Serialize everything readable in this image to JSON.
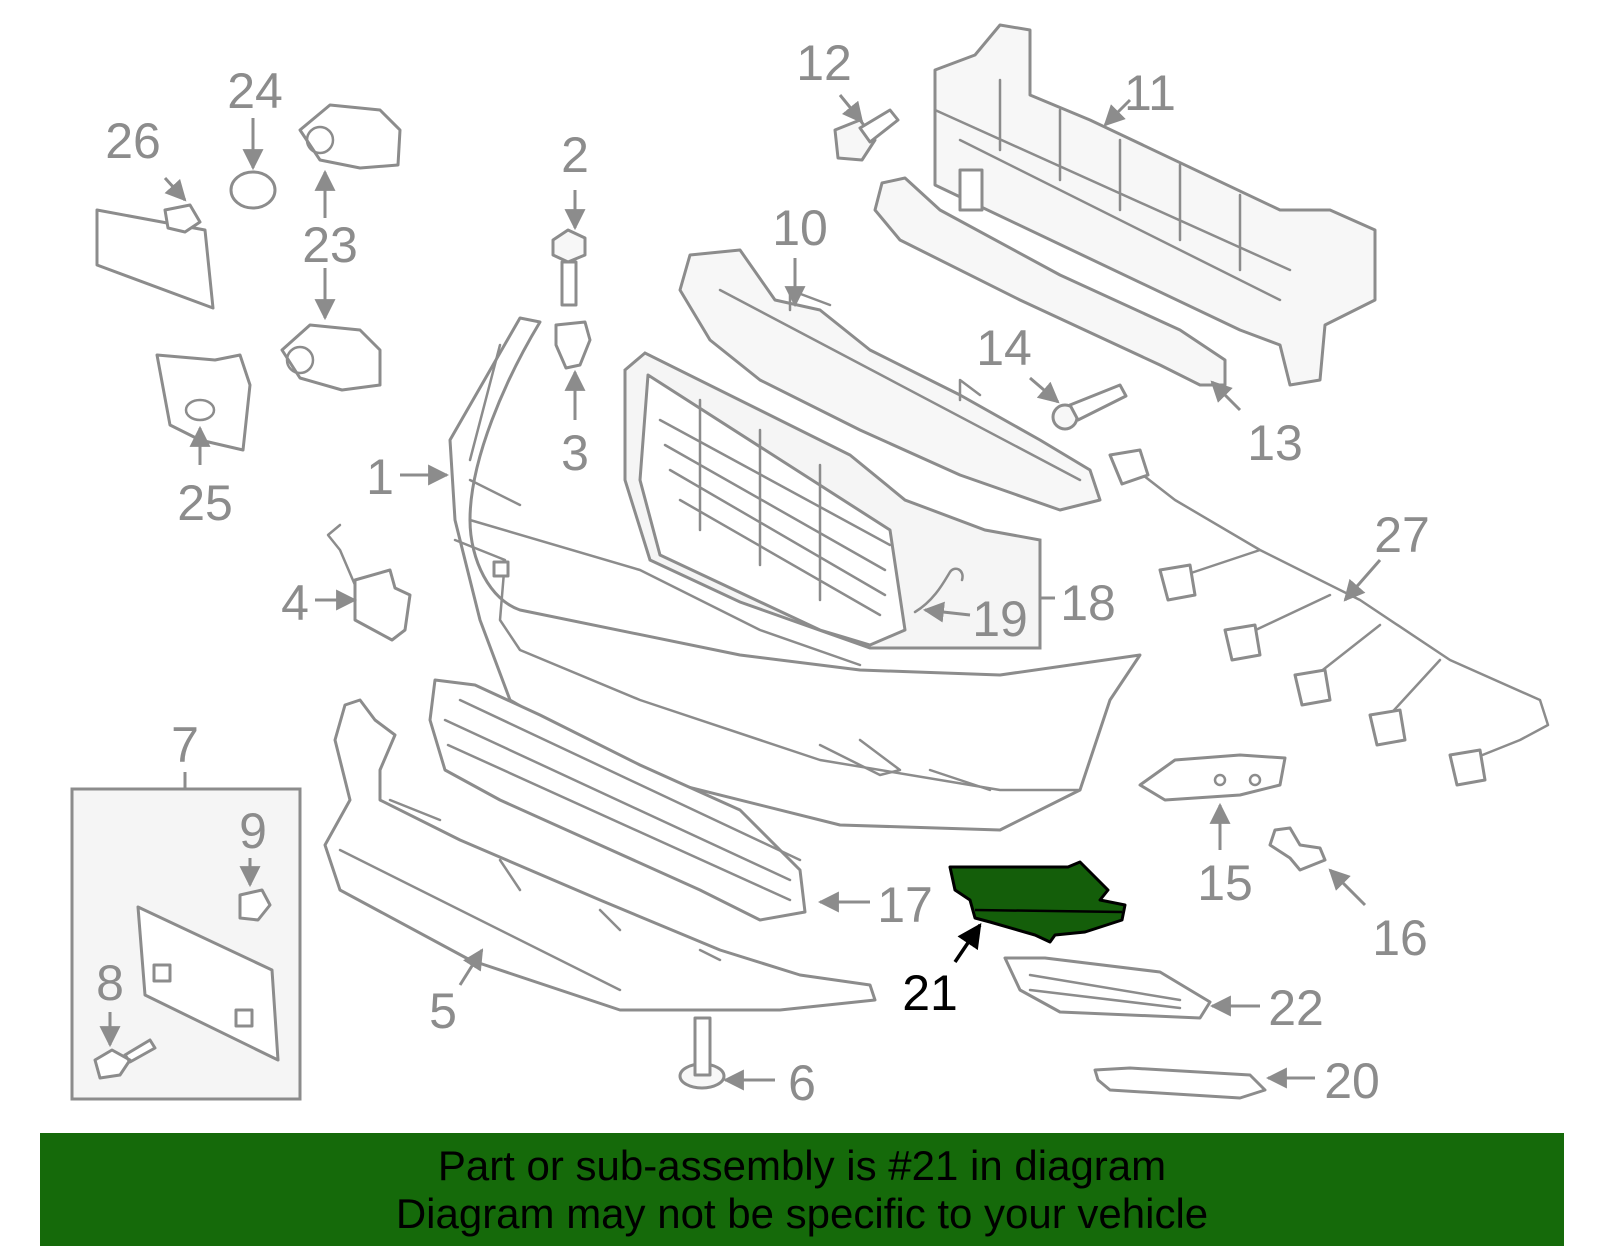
{
  "callouts": {
    "c1": "1",
    "c2": "2",
    "c3": "3",
    "c4": "4",
    "c5": "5",
    "c6": "6",
    "c7": "7",
    "c8": "8",
    "c9": "9",
    "c10": "10",
    "c11": "11",
    "c12": "12",
    "c13": "13",
    "c14": "14",
    "c15": "15",
    "c16": "16",
    "c17": "17",
    "c18": "18",
    "c19": "19",
    "c20": "20",
    "c21": "21",
    "c22": "22",
    "c23": "23",
    "c24": "24",
    "c25": "25",
    "c26": "26",
    "c27": "27"
  },
  "highlight": {
    "part_number": "21",
    "fill_color": "#145e0a",
    "banner_color": "#156a0a"
  },
  "banner": {
    "line1": "Part or sub-assembly is #21 in diagram",
    "line2": "Diagram may not be specific to your vehicle"
  }
}
